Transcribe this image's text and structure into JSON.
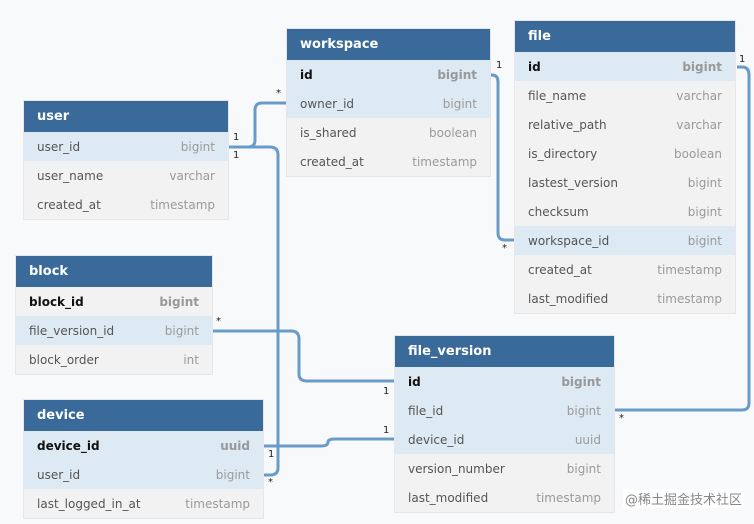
{
  "tables": {
    "workspace": {
      "name": "workspace",
      "rows": [
        {
          "field": "id",
          "type": "bigint"
        },
        {
          "field": "owner_id",
          "type": "bigint"
        },
        {
          "field": "is_shared",
          "type": "boolean"
        },
        {
          "field": "created_at",
          "type": "timestamp"
        }
      ]
    },
    "file": {
      "name": "file",
      "rows": [
        {
          "field": "id",
          "type": "bigint"
        },
        {
          "field": "file_name",
          "type": "varchar"
        },
        {
          "field": "relative_path",
          "type": "varchar"
        },
        {
          "field": "is_directory",
          "type": "boolean"
        },
        {
          "field": "lastest_version",
          "type": "bigint"
        },
        {
          "field": "checksum",
          "type": "bigint"
        },
        {
          "field": "workspace_id",
          "type": "bigint"
        },
        {
          "field": "created_at",
          "type": "timestamp"
        },
        {
          "field": "last_modified",
          "type": "timestamp"
        }
      ]
    },
    "user": {
      "name": "user",
      "rows": [
        {
          "field": "user_id",
          "type": "bigint"
        },
        {
          "field": "user_name",
          "type": "varchar"
        },
        {
          "field": "created_at",
          "type": "timestamp"
        }
      ]
    },
    "block": {
      "name": "block",
      "rows": [
        {
          "field": "block_id",
          "type": "bigint"
        },
        {
          "field": "file_version_id",
          "type": "bigint"
        },
        {
          "field": "block_order",
          "type": "int"
        }
      ]
    },
    "device": {
      "name": "device",
      "rows": [
        {
          "field": "device_id",
          "type": "uuid"
        },
        {
          "field": "user_id",
          "type": "bigint"
        },
        {
          "field": "last_logged_in_at",
          "type": "timestamp"
        }
      ]
    },
    "file_version": {
      "name": "file_version",
      "rows": [
        {
          "field": "id",
          "type": "bigint"
        },
        {
          "field": "file_id",
          "type": "bigint"
        },
        {
          "field": "device_id",
          "type": "uuid"
        },
        {
          "field": "version_number",
          "type": "bigint"
        },
        {
          "field": "last_modified",
          "type": "timestamp"
        }
      ]
    }
  },
  "cardinality": {
    "one": "1",
    "many": "*"
  },
  "watermark": "@稀土掘金技术社区",
  "colors": {
    "header": "#3a6a9a",
    "highlight_row": "#dde9f3",
    "connector": "#6a9bc8"
  }
}
